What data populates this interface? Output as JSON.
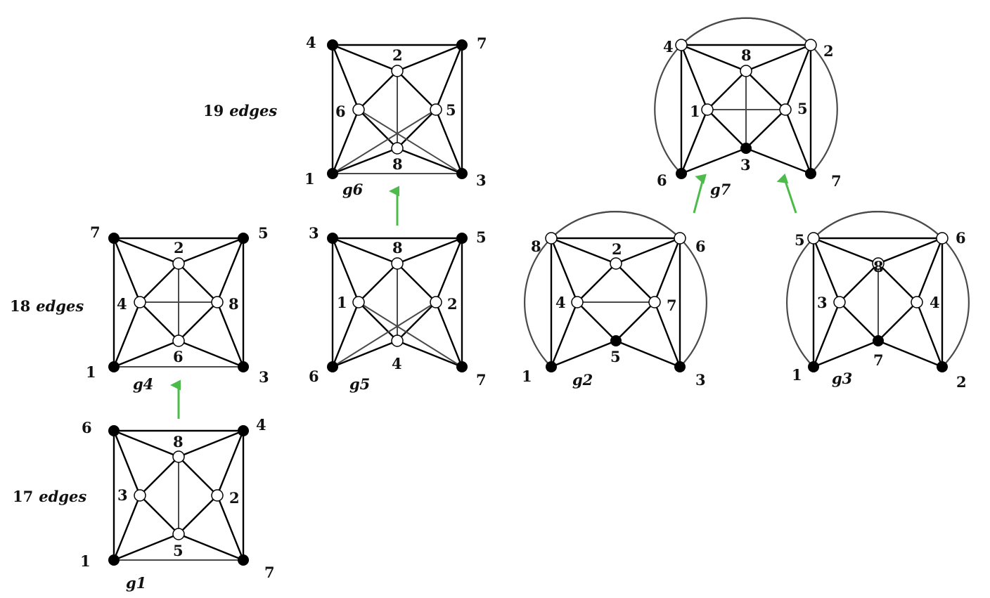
{
  "row_labels": {
    "r17": {
      "count": "17",
      "word": "edges"
    },
    "r18": {
      "count": "18",
      "word": "edges"
    },
    "r19": {
      "count": "19",
      "word": "edges"
    }
  },
  "graphs": {
    "g1": {
      "name": "g1",
      "v": {
        "TL": "6",
        "TR": "4",
        "BL": "1",
        "BR": "7",
        "T": "8",
        "L": "3",
        "R": "2",
        "B": "5"
      }
    },
    "g4": {
      "name": "g4",
      "v": {
        "TL": "7",
        "TR": "5",
        "BL": "1",
        "BR": "3",
        "T": "2",
        "L": "4",
        "R": "8",
        "B": "6"
      }
    },
    "g5": {
      "name": "g5",
      "v": {
        "TL": "3",
        "TR": "5",
        "BL": "6",
        "BR": "7",
        "T": "8",
        "L": "1",
        "R": "2",
        "B": "4"
      }
    },
    "g6": {
      "name": "g6",
      "v": {
        "TL": "4",
        "TR": "7",
        "BL": "1",
        "BR": "3",
        "T": "2",
        "L": "6",
        "R": "5",
        "B": "8"
      }
    },
    "g2": {
      "name": "g2",
      "v": {
        "TL": "8",
        "TR": "6",
        "BL": "1",
        "BR": "3",
        "T": "2",
        "L": "4",
        "R": "7",
        "B": "5"
      }
    },
    "g3": {
      "name": "g3",
      "v": {
        "TL": "5",
        "TR": "6",
        "BL": "1",
        "BR": "2",
        "T": "8",
        "L": "3",
        "R": "4",
        "B": "7"
      }
    },
    "g7": {
      "name": "g7",
      "v": {
        "TL": "4",
        "TR": "2",
        "BL": "6",
        "BR": "7",
        "T": "8",
        "L": "1",
        "R": "5",
        "B": "3"
      }
    }
  },
  "colors": {
    "edge": "#000000",
    "thin_edge": "#4a4a4a",
    "arrow": "#4dbb4a",
    "hollow_vertex": "#ffffff",
    "filled_vertex": "#000000"
  }
}
